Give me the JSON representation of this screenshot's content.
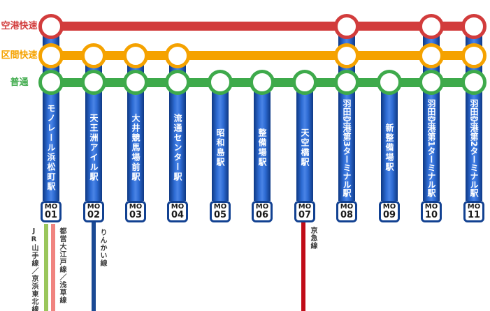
{
  "services": [
    {
      "label": "空港快速",
      "color": "#d23c3c",
      "stops": [
        "MO01",
        "MO08",
        "MO10",
        "MO11"
      ]
    },
    {
      "label": "区間快速",
      "color": "#f5a200",
      "stops": [
        "MO01",
        "MO02",
        "MO03",
        "MO04",
        "MO08",
        "MO10",
        "MO11"
      ]
    },
    {
      "label": "普通",
      "color": "#3eaa4b",
      "stops": [
        "MO01",
        "MO02",
        "MO03",
        "MO04",
        "MO05",
        "MO06",
        "MO07",
        "MO08",
        "MO09",
        "MO10",
        "MO11"
      ]
    }
  ],
  "stations": [
    {
      "code_top": "MO",
      "code_num": "01",
      "name": "モノレール浜松町駅"
    },
    {
      "code_top": "MO",
      "code_num": "02",
      "name": "天王洲アイル駅"
    },
    {
      "code_top": "MO",
      "code_num": "03",
      "name": "大井競馬場前駅"
    },
    {
      "code_top": "MO",
      "code_num": "04",
      "name": "流通センター駅"
    },
    {
      "code_top": "MO",
      "code_num": "05",
      "name": "昭和島駅"
    },
    {
      "code_top": "MO",
      "code_num": "06",
      "name": "整備場駅"
    },
    {
      "code_top": "MO",
      "code_num": "07",
      "name": "天空橋駅"
    },
    {
      "code_top": "MO",
      "code_num": "08",
      "name": "羽田空港第3ターミナル駅"
    },
    {
      "code_top": "MO",
      "code_num": "09",
      "name": "新整備場駅"
    },
    {
      "code_top": "MO",
      "code_num": "10",
      "name": "羽田空港第1ターミナル駅"
    },
    {
      "code_top": "MO",
      "code_num": "11",
      "name": "羽田空港第2ターミナル駅"
    }
  ],
  "transfers": [
    {
      "at_station": "MO01",
      "lines": [
        {
          "name": "JR山手線／京浜東北線",
          "color": "#9ac65c"
        },
        {
          "name": "都営大江戸線／浅草線",
          "color": "#f08480"
        }
      ]
    },
    {
      "at_station": "MO02",
      "lines": [
        {
          "name": "りんかい線",
          "color": "#1b4a94"
        }
      ]
    },
    {
      "at_station": "MO07",
      "lines": [
        {
          "name": "京急線",
          "color": "#c00c18"
        }
      ]
    }
  ],
  "colors": {
    "airport_rapid": "#d23c3c",
    "section_rapid": "#f5a200",
    "local": "#3eaa4b",
    "station_column_dark": "#0e3884",
    "station_column_light": "#4a84e6",
    "badge_border": "#124191"
  }
}
